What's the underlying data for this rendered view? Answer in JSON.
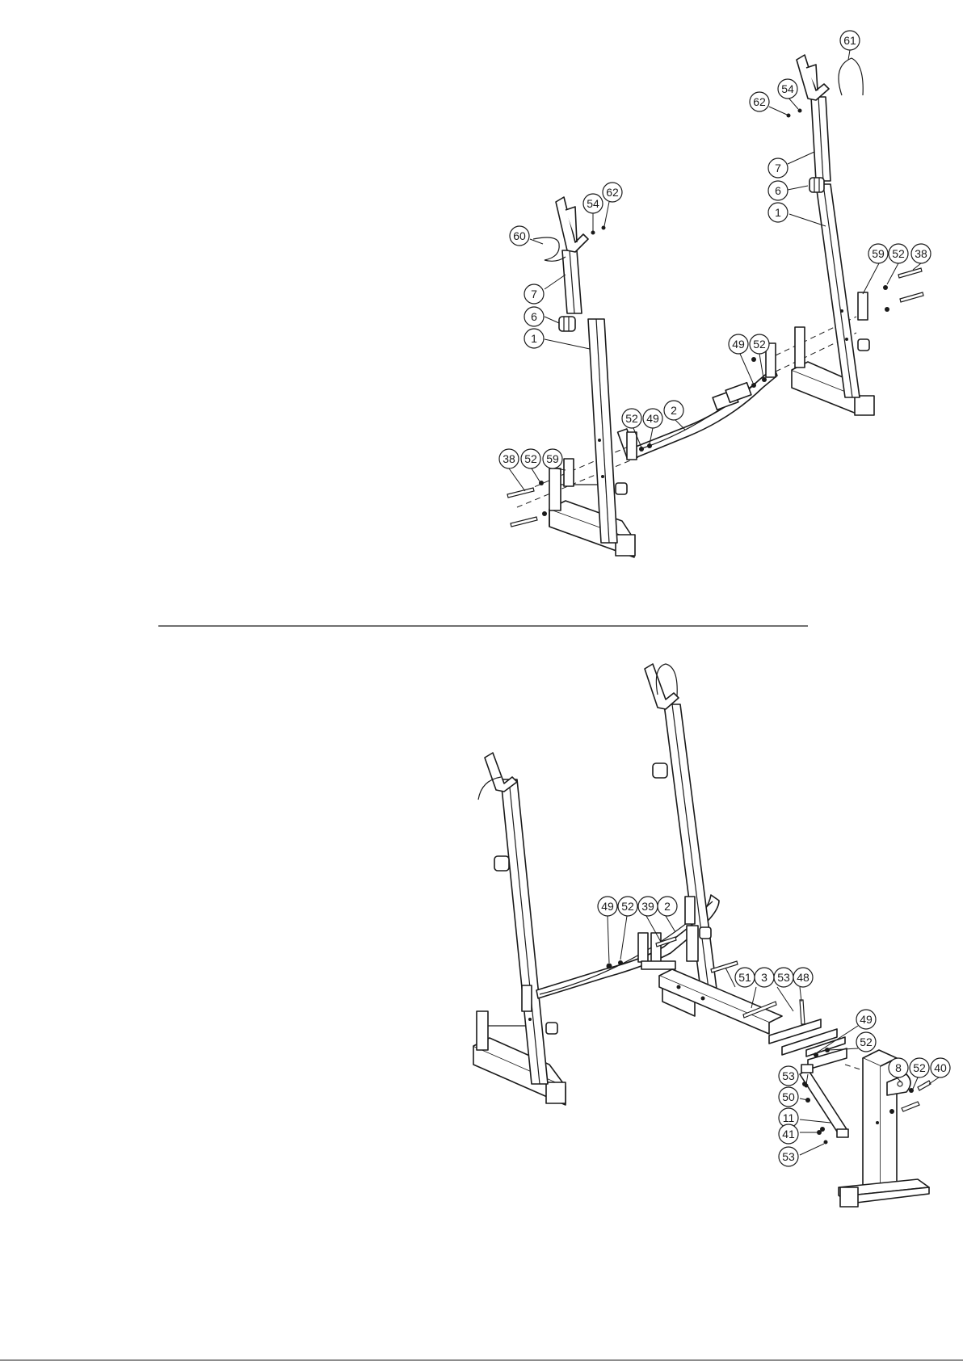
{
  "figure_top": {
    "callouts": [
      "61",
      "54",
      "62",
      "7",
      "6",
      "1",
      "59",
      "52",
      "38",
      "54",
      "62",
      "60",
      "7",
      "6",
      "1",
      "49",
      "52",
      "52",
      "49",
      "2",
      "38",
      "52",
      "59"
    ]
  },
  "figure_bottom": {
    "callouts": [
      "49",
      "52",
      "39",
      "2",
      "51",
      "3",
      "53",
      "48",
      "49",
      "52",
      "53",
      "8",
      "52",
      "40",
      "50",
      "11",
      "41",
      "53"
    ]
  }
}
